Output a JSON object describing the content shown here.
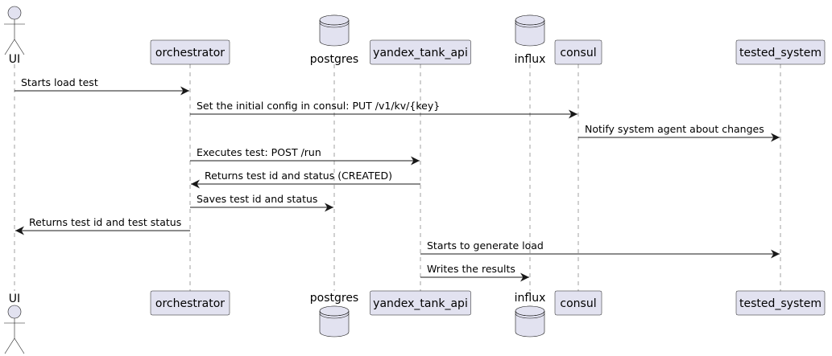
{
  "participants": [
    {
      "id": "ui",
      "label": "UI",
      "kind": "actor"
    },
    {
      "id": "orchestrator",
      "label": "orchestrator",
      "kind": "participant"
    },
    {
      "id": "postgres",
      "label": "postgres",
      "kind": "database"
    },
    {
      "id": "yandex_tank_api",
      "label": "yandex_tank_api",
      "kind": "participant"
    },
    {
      "id": "influx",
      "label": "influx",
      "kind": "database"
    },
    {
      "id": "consul",
      "label": "consul",
      "kind": "participant"
    },
    {
      "id": "tested_system",
      "label": "tested_system",
      "kind": "participant"
    }
  ],
  "messages": [
    {
      "from": "ui",
      "to": "orchestrator",
      "label": "Starts load test"
    },
    {
      "from": "orchestrator",
      "to": "consul",
      "label": "Set the initial config in consul: PUT /v1/kv/{key}"
    },
    {
      "from": "consul",
      "to": "tested_system",
      "label": "Notify system agent about changes"
    },
    {
      "from": "orchestrator",
      "to": "yandex_tank_api",
      "label": "Executes test: POST /run"
    },
    {
      "from": "yandex_tank_api",
      "to": "orchestrator",
      "label": "Returns test id and status (CREATED)"
    },
    {
      "from": "orchestrator",
      "to": "postgres",
      "label": "Saves test id and status"
    },
    {
      "from": "orchestrator",
      "to": "ui",
      "label": "Returns test id and test status"
    },
    {
      "from": "yandex_tank_api",
      "to": "tested_system",
      "label": "Starts to generate load"
    },
    {
      "from": "yandex_tank_api",
      "to": "influx",
      "label": "Writes the results"
    }
  ]
}
